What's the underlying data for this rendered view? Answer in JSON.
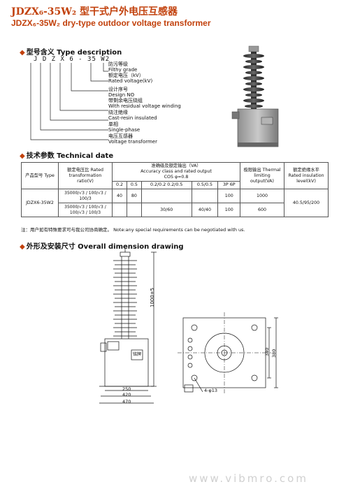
{
  "header": {
    "title_cn": "JDZX₆-35W₂ 型干式户外电压互感器",
    "title_en": "JDZX₆-35W₂ dry-type outdoor voltage transformer"
  },
  "type_description": {
    "heading": "型号含义 Type description",
    "model_code": "J D Z X 6 - 35 W2",
    "lines": [
      "防污等级",
      "Filthy grade",
      "额定电压（kV）",
      "Rated voltage(kV)",
      "设计序号",
      "Design NO",
      "带剩余电压绕组",
      "With residual voltage winding",
      "绕注绝缘",
      "Cast-resin insulated",
      "单相",
      "Single-phase",
      "电压互感器",
      "Voltage transformer"
    ]
  },
  "technical": {
    "heading": "技术参数 Technical date",
    "table": {
      "h_type": "产品型号 Type",
      "h_ratio": "额定电压比 Rated transformation ratio(V)",
      "h_accuracy_cn": "准确级及额定输出（VA）",
      "h_accuracy_en": "Accuracy class and rated output",
      "h_cos": "COS φ=0.8",
      "h_c1": "0.2",
      "h_c2": "0.5",
      "h_c3": "0.2/0.2 0.2/0.5",
      "h_c4": "0.5/0.5",
      "h_c5": "3P 6P",
      "h_thermal": "极限输出 Thermal limiting output(VA)",
      "h_insulation": "额定绝缘水平 Rated insulation level(kV)",
      "model": "JDZX6-35W2",
      "r1_ratio": "35000/√3 / 100/√3 / 100/3",
      "r1_c1": "40",
      "r1_c2": "80",
      "r1_c3": "",
      "r1_c4": "",
      "r1_c5": "100",
      "r1_thermal": "1000",
      "r2_ratio": "35000/√3 / 100/√3 / 100/√3 / 100/3",
      "r2_c1": "",
      "r2_c2": "",
      "r2_c3": "30/60",
      "r2_c4": "40/40",
      "r2_c5": "100",
      "r2_thermal": "600",
      "insulation": "40.5/95/200"
    },
    "note": "注：用户如有特殊要求可与我公司协商确定。 Note:any special requirements can be negotiated with us."
  },
  "dimensions": {
    "heading": "外形及安装尺寸 Overall dimension drawing",
    "d_height": "1000±5",
    "d_base_w": "250",
    "d_mid_w": "420",
    "d_total_w": "470",
    "d_340": "340",
    "d_380": "380",
    "d_holes": "4-φ13",
    "nameplate": "铭牌"
  },
  "watermark": "www.vibmro.com"
}
